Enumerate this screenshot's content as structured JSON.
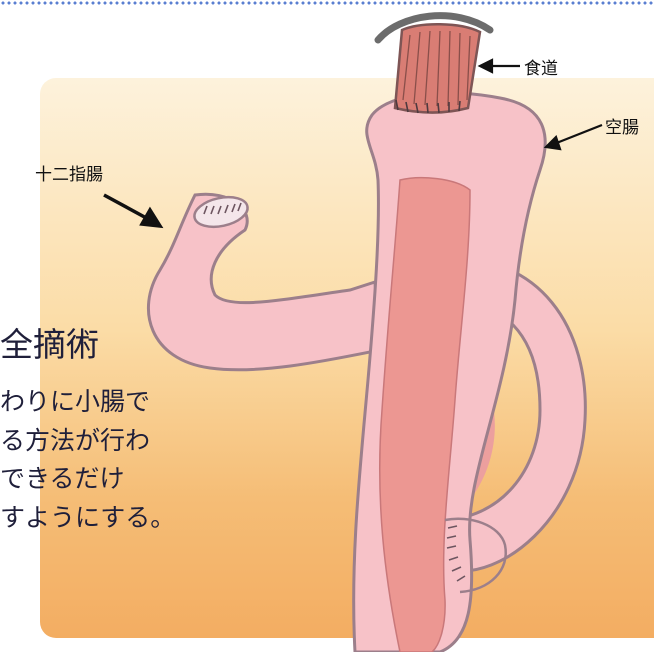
{
  "labels": {
    "esophagus": "食道",
    "jejunum": "空腸",
    "duodenum": "十二指腸"
  },
  "text": {
    "title_fragment": "全摘術",
    "line1": "わりに小腸で",
    "line2": "る方法が行わ",
    "line3": "できるだけ",
    "line4": "すようにする。"
  },
  "colors": {
    "panel_top": "#fdf2dc",
    "panel_bottom": "#f3ad62",
    "intestine": "#f7c2c8",
    "intestine_outline": "#9c7f8b",
    "esophagus_inner": "#e88f8c",
    "esophagus_top": "#d2736c",
    "dots": "#5a7fd1"
  }
}
